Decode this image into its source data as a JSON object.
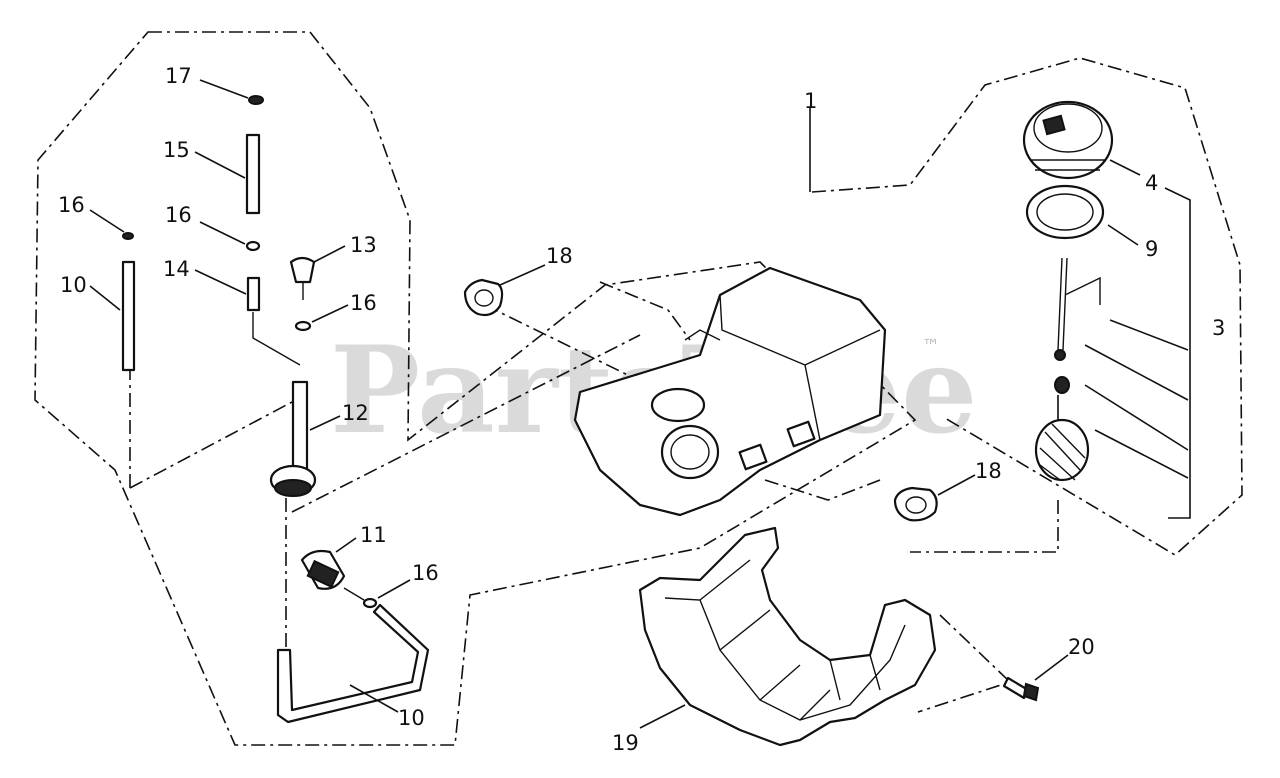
{
  "watermark": {
    "brand": "PartsTree",
    "trademark": "™"
  },
  "callouts": [
    {
      "id": "c1",
      "label": "1"
    },
    {
      "id": "c3",
      "label": "3"
    },
    {
      "id": "c4",
      "label": "4"
    },
    {
      "id": "c9",
      "label": "9"
    },
    {
      "id": "c10a",
      "label": "10"
    },
    {
      "id": "c10b",
      "label": "10"
    },
    {
      "id": "c11",
      "label": "11"
    },
    {
      "id": "c12",
      "label": "12"
    },
    {
      "id": "c13",
      "label": "13"
    },
    {
      "id": "c14",
      "label": "14"
    },
    {
      "id": "c15",
      "label": "15"
    },
    {
      "id": "c16a",
      "label": "16"
    },
    {
      "id": "c16b",
      "label": "16"
    },
    {
      "id": "c16c",
      "label": "16"
    },
    {
      "id": "c16d",
      "label": "16"
    },
    {
      "id": "c17",
      "label": "17"
    },
    {
      "id": "c18a",
      "label": "18"
    },
    {
      "id": "c18b",
      "label": "18"
    },
    {
      "id": "c19",
      "label": "19"
    },
    {
      "id": "c20",
      "label": "20"
    }
  ]
}
